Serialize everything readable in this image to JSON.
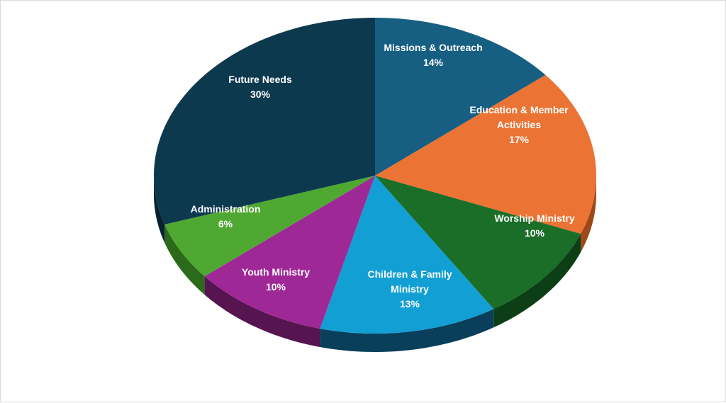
{
  "chart_data": {
    "type": "pie",
    "title": "",
    "slices": [
      {
        "label_lines": [
          "Missions & Outreach"
        ],
        "value_text": "14%",
        "value": 14,
        "color": "#165f83",
        "side_color": "#0b3b53"
      },
      {
        "label_lines": [
          "Education & Member",
          "Activities"
        ],
        "value_text": "17%",
        "value": 17,
        "color": "#eb7334",
        "side_color": "#9e4717"
      },
      {
        "label_lines": [
          "Worship Ministry"
        ],
        "value_text": "10%",
        "value": 10,
        "color": "#1a6e28",
        "side_color": "#0d3f16"
      },
      {
        "label_lines": [
          "Children &  Family",
          "Ministry"
        ],
        "value_text": "13%",
        "value": 13,
        "color": "#129fd4",
        "side_color": "#0a3f5c"
      },
      {
        "label_lines": [
          "Youth Ministry"
        ],
        "value_text": "10%",
        "value": 10,
        "color": "#9e2896",
        "side_color": "#561451"
      },
      {
        "label_lines": [
          "Administration"
        ],
        "value_text": "6%",
        "value": 6,
        "color": "#4fa832",
        "side_color": "#2b6a1a"
      },
      {
        "label_lines": [
          "Future Needs"
        ],
        "value_text": "30%",
        "value": 30,
        "color": "#0d394f",
        "side_color": "#07222f"
      }
    ]
  }
}
